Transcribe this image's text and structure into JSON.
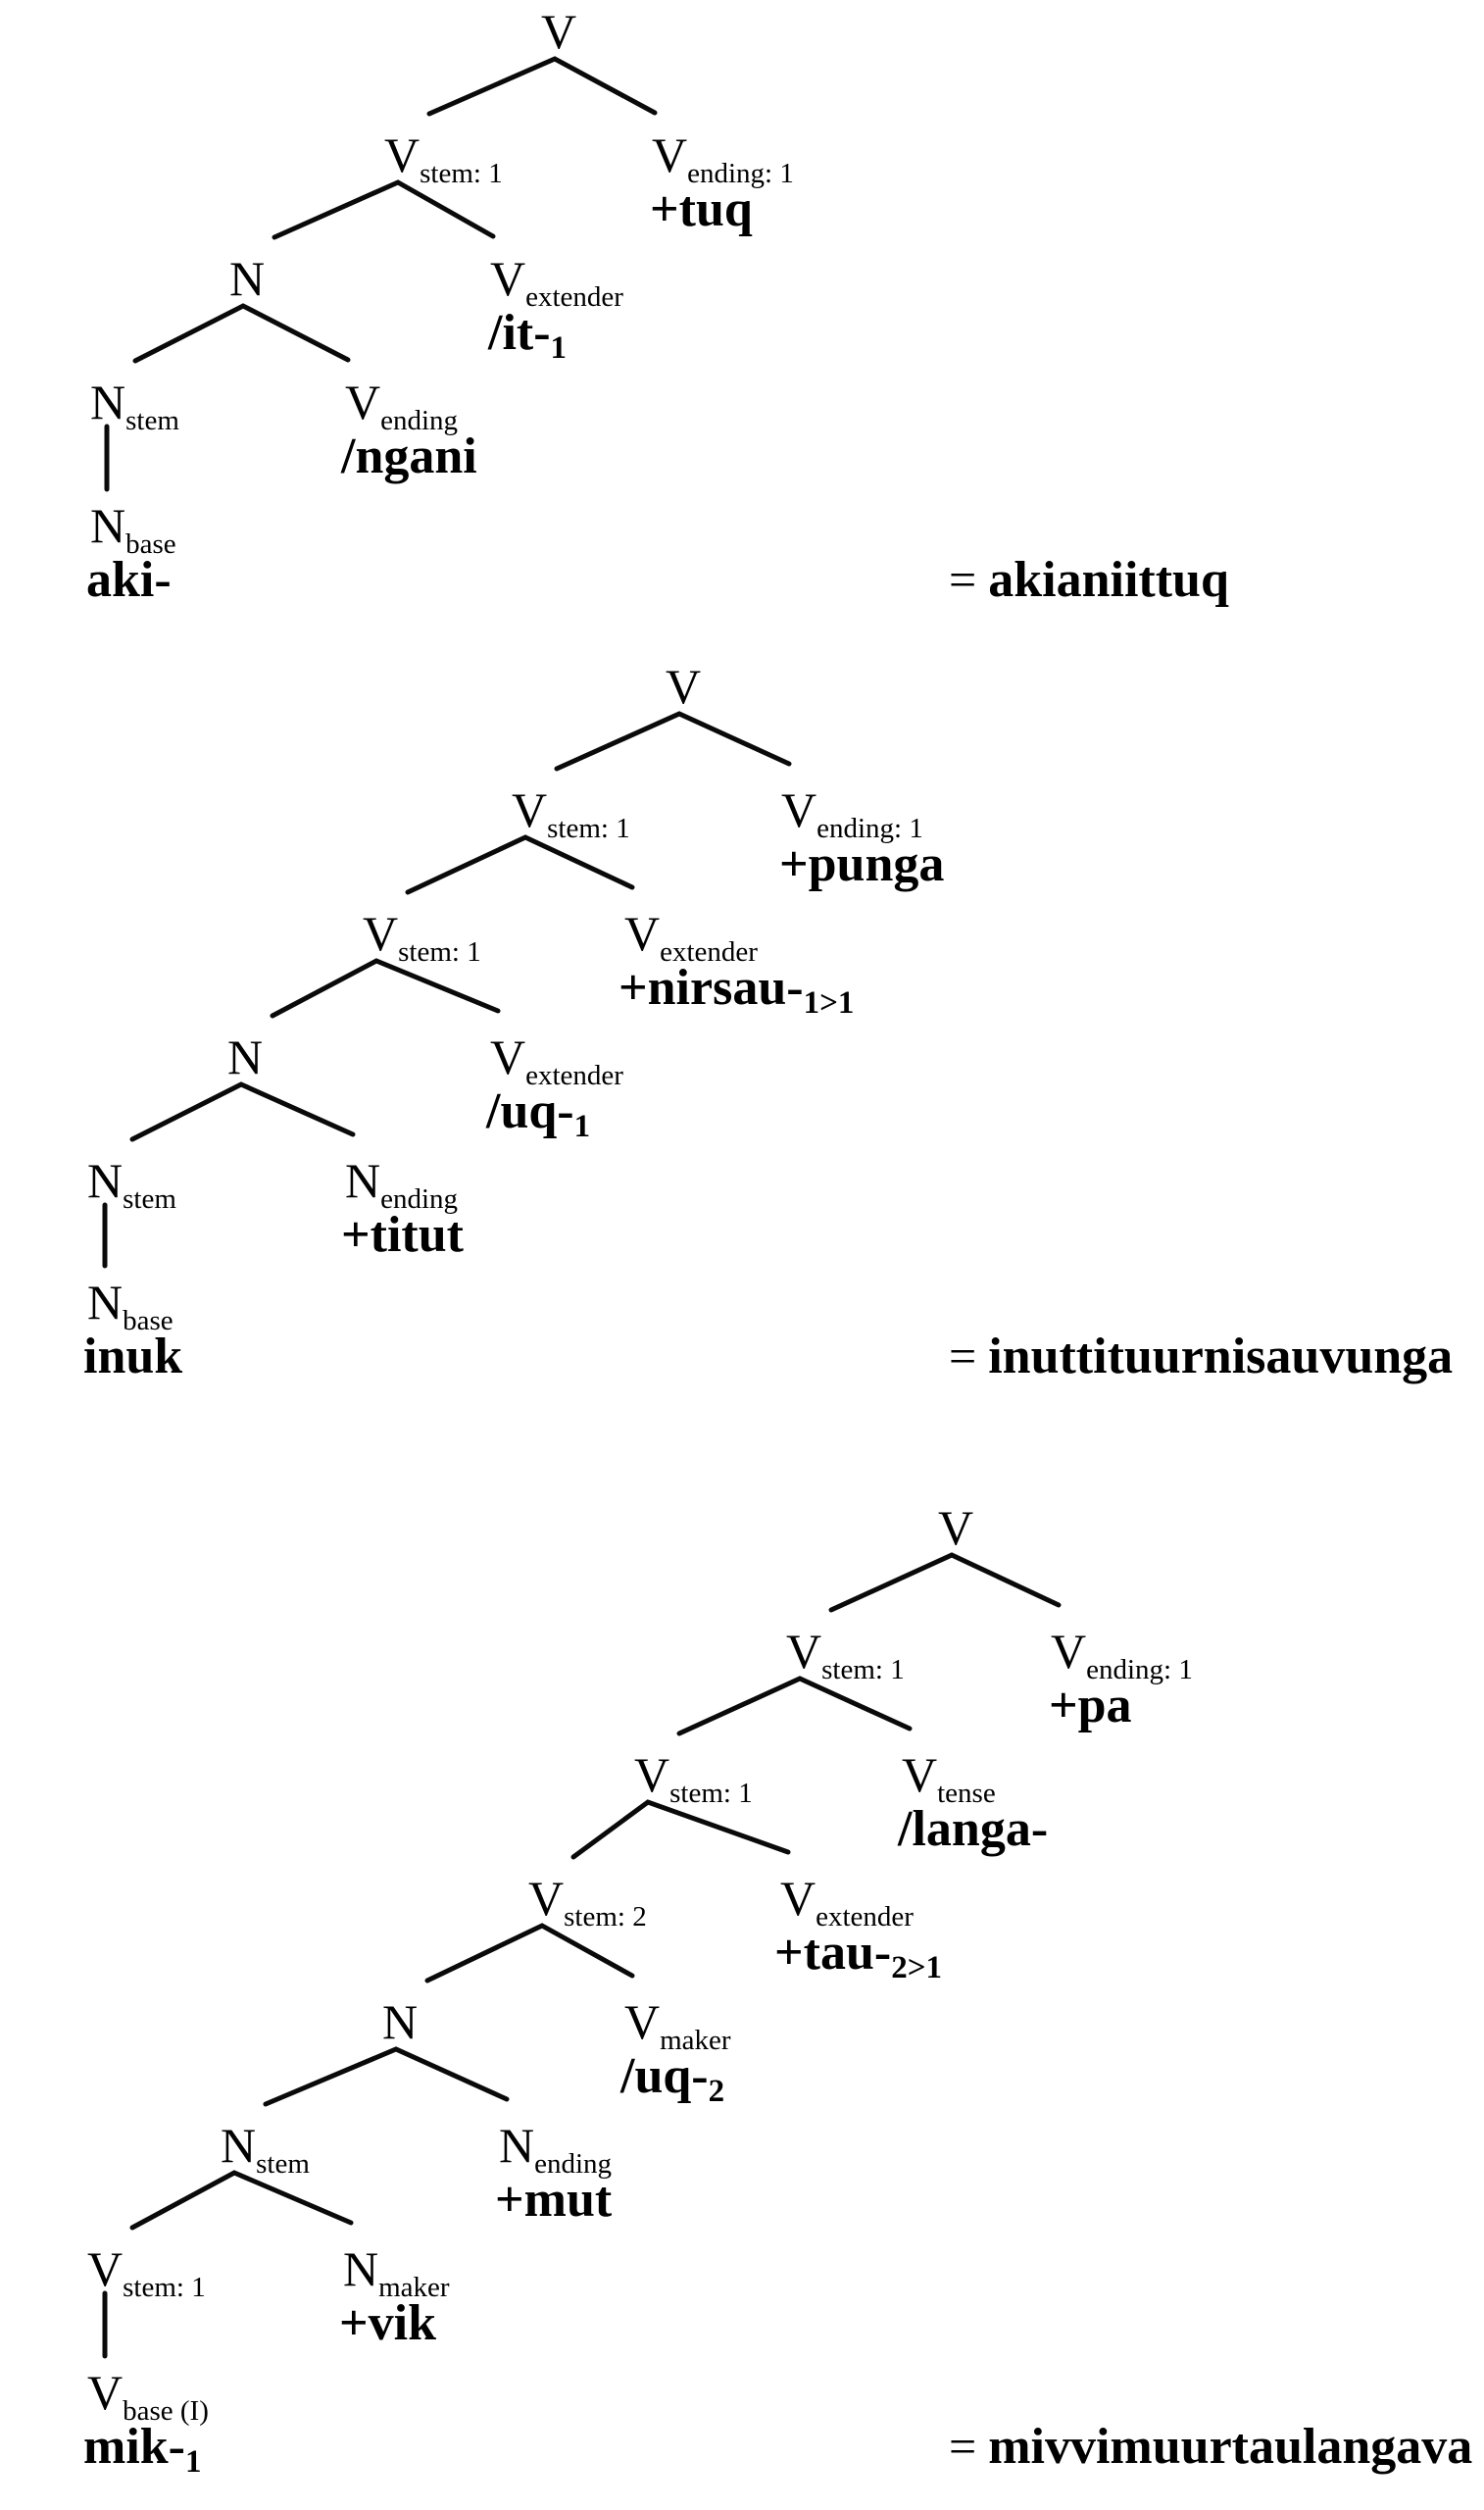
{
  "trees": [
    {
      "result_eq": "=",
      "result_word": "akianiittuq",
      "nodes": [
        {
          "main": "V"
        },
        {
          "main": "V",
          "sub": "stem: 1"
        },
        {
          "main": "V",
          "sub": "ending: 1",
          "morph": "+tuq"
        },
        {
          "main": "N"
        },
        {
          "main": "V",
          "sub": "extender",
          "morph": "/it-",
          "morph_sub": "1"
        },
        {
          "main": "N",
          "sub": "stem"
        },
        {
          "main": "V",
          "sub": "ending",
          "morph": "/ngani"
        },
        {
          "main": "N",
          "sub": "base",
          "morph": "aki-"
        }
      ]
    },
    {
      "result_eq": "=",
      "result_word": "inuttituurnisauvunga",
      "nodes": [
        {
          "main": "V"
        },
        {
          "main": "V",
          "sub": "stem: 1"
        },
        {
          "main": "V",
          "sub": "ending: 1",
          "morph": "+punga"
        },
        {
          "main": "V",
          "sub": "stem: 1"
        },
        {
          "main": "V",
          "sub": "extender",
          "morph": "+nirsau-",
          "morph_sub": "1>1"
        },
        {
          "main": "N"
        },
        {
          "main": "V",
          "sub": "extender",
          "morph": "/uq-",
          "morph_sub": "1"
        },
        {
          "main": "N",
          "sub": "stem"
        },
        {
          "main": "N",
          "sub": "ending",
          "morph": "+titut"
        },
        {
          "main": "N",
          "sub": "base",
          "morph": "inuk"
        }
      ]
    },
    {
      "result_eq": "=",
      "result_word": "mivvimuurtaulangava",
      "nodes": [
        {
          "main": "V"
        },
        {
          "main": "V",
          "sub": "stem: 1"
        },
        {
          "main": "V",
          "sub": "ending: 1",
          "morph": "+pa"
        },
        {
          "main": "V",
          "sub": "stem: 1"
        },
        {
          "main": "V",
          "sub": "tense",
          "morph": "/langa-"
        },
        {
          "main": "V",
          "sub": "stem: 2"
        },
        {
          "main": "V",
          "sub": "extender",
          "morph": "+tau-",
          "morph_sub": "2>1"
        },
        {
          "main": "N"
        },
        {
          "main": "V",
          "sub": "maker",
          "morph": "/uq-",
          "morph_sub": "2"
        },
        {
          "main": "N",
          "sub": "stem"
        },
        {
          "main": "N",
          "sub": "ending",
          "morph": "+mut"
        },
        {
          "main": "V",
          "sub": "stem: 1"
        },
        {
          "main": "N",
          "sub": "maker",
          "morph": "+vik"
        },
        {
          "main": "V",
          "sub": "base (I)",
          "morph": "mik-",
          "morph_sub": "1"
        }
      ]
    }
  ]
}
